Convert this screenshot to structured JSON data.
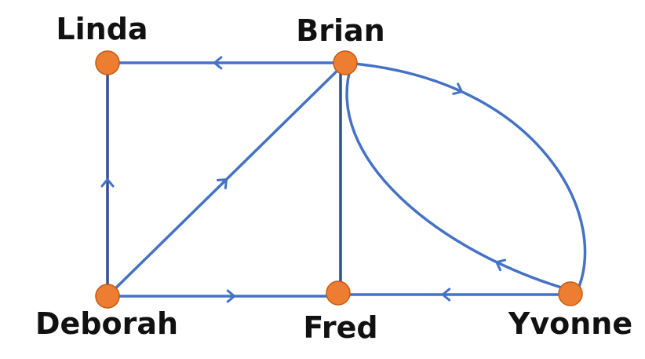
{
  "colors": {
    "edge": "#4472C4",
    "edge_dark": "#2F4F8F",
    "node": "#ED7D31",
    "node_stroke": "#C65A11",
    "label": "#111111"
  },
  "graph": {
    "nodes": [
      {
        "id": "linda",
        "label": "Linda"
      },
      {
        "id": "brian",
        "label": "Brian"
      },
      {
        "id": "deborah",
        "label": "Deborah"
      },
      {
        "id": "fred",
        "label": "Fred"
      },
      {
        "id": "yvonne",
        "label": "Yvonne"
      }
    ],
    "edges": [
      {
        "from": "brian",
        "to": "linda",
        "directed": true
      },
      {
        "from": "deborah",
        "to": "linda",
        "directed": true
      },
      {
        "from": "deborah",
        "to": "brian",
        "directed": true
      },
      {
        "from": "deborah",
        "to": "fred",
        "directed": true
      },
      {
        "from": "brian",
        "to": "fred",
        "directed": false
      },
      {
        "from": "yvonne",
        "to": "fred",
        "directed": true
      },
      {
        "from": "brian",
        "to": "yvonne",
        "directed": true
      },
      {
        "from": "yvonne",
        "to": "brian",
        "directed": true
      }
    ]
  }
}
